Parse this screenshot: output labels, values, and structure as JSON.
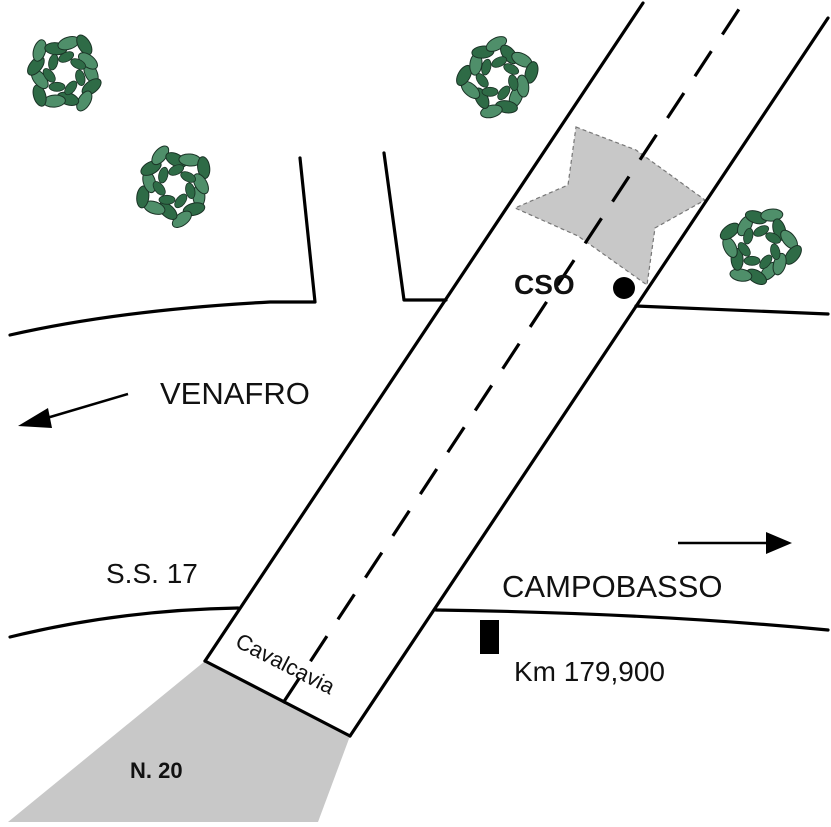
{
  "labels": {
    "venafro": "VENAFRO",
    "campobasso": "CAMPOBASSO",
    "ss17": "S.S. 17",
    "cso": "CSO",
    "km": "Km 179,900",
    "cavalcavia": "Cavalcavia",
    "n20": "N. 20"
  },
  "colors": {
    "line": "#000000",
    "area_fill": "#c8c8c8",
    "tree_dark": "#2e6b46",
    "tree_light": "#4f8f6a",
    "tree_outline": "#1a3326"
  },
  "symbols": {
    "tree": "tree-icon",
    "station": "cso-station-marker",
    "milestone": "km-marker"
  }
}
